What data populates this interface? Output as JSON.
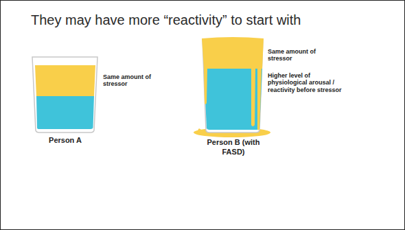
{
  "diagram": {
    "title": "They may have more “reactivity” to start with",
    "labels": [
      "Same amount of stressor",
      "Person A",
      "Same amount of stressor",
      "Higher level of physiological arousal / reactivity before stressor",
      "Person B (with FASD)"
    ]
  }
}
